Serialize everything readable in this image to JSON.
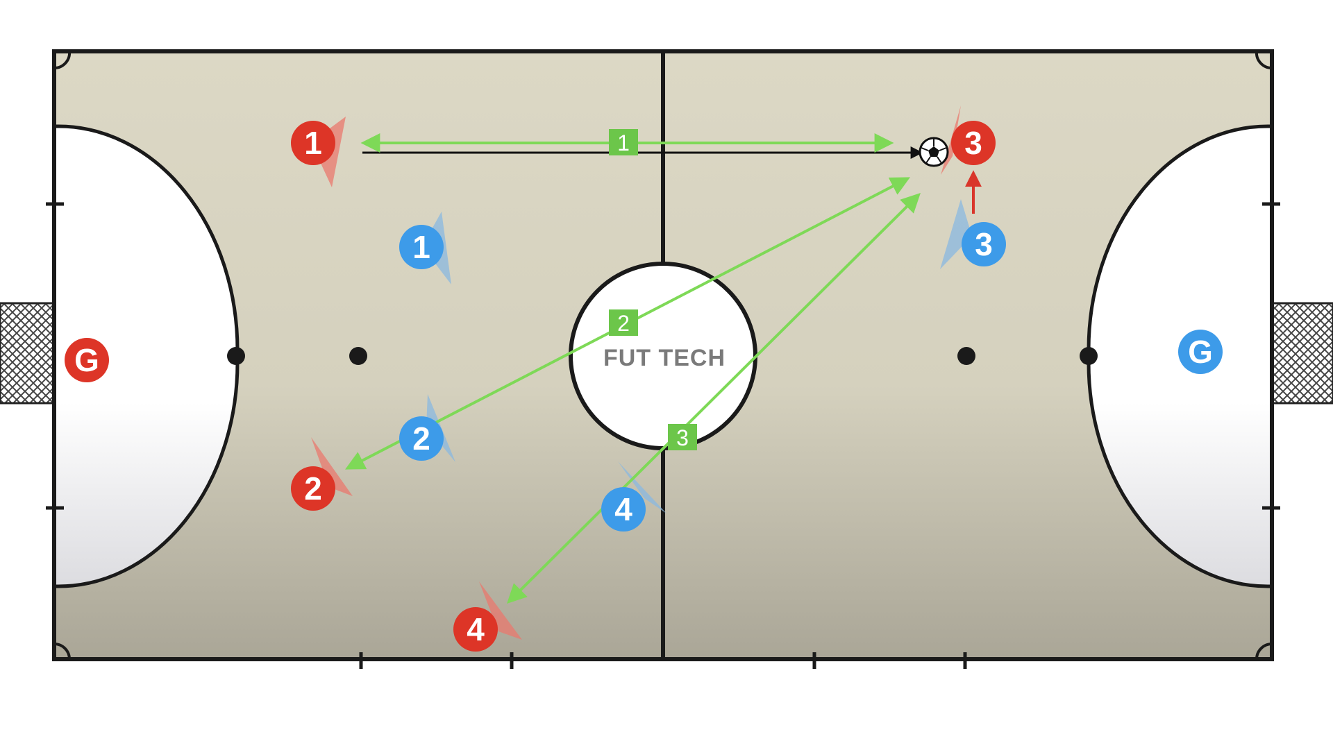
{
  "title": "",
  "brand_text": "FUT TECH",
  "colors": {
    "red_team": "#dd3527",
    "blue_team": "#3d9be9",
    "pass_line": "#7ed957",
    "tag_fill": "#6cc64a",
    "court": "#dcd8c6",
    "court_bottom": "#a9a596",
    "lines": "#1a1a1a",
    "run_arrow": "#d9352a"
  },
  "players": {
    "red_goalkeeper": {
      "label": "G",
      "team": "red"
    },
    "red_1": {
      "label": "1",
      "team": "red"
    },
    "red_2": {
      "label": "2",
      "team": "red"
    },
    "red_3": {
      "label": "3",
      "team": "red"
    },
    "red_4": {
      "label": "4",
      "team": "red"
    },
    "blue_goalkeeper": {
      "label": "G",
      "team": "blue"
    },
    "blue_1": {
      "label": "1",
      "team": "blue"
    },
    "blue_2": {
      "label": "2",
      "team": "blue"
    },
    "blue_3": {
      "label": "3",
      "team": "blue"
    },
    "blue_4": {
      "label": "4",
      "team": "blue"
    }
  },
  "pass_tags": [
    {
      "label": "1"
    },
    {
      "label": "2"
    },
    {
      "label": "3"
    }
  ],
  "icons": {
    "ball": "soccer-ball-icon",
    "goal_net": "goal-net-icon"
  }
}
